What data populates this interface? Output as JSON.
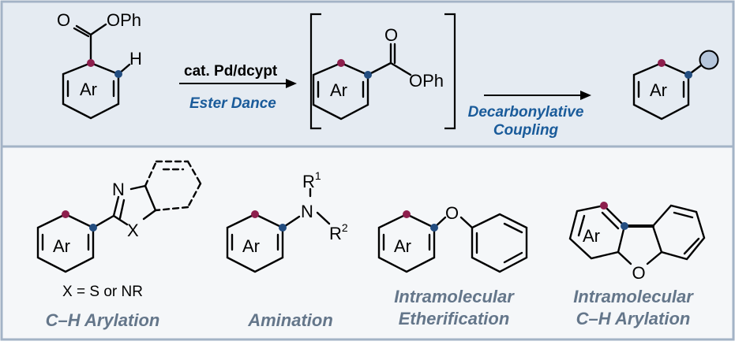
{
  "colors": {
    "frame_border": "#a3b3c6",
    "top_panel_bg": "#e5ebf2",
    "bottom_panel_bg": "#f5f7f9",
    "accent_blue": "#1a5b9a",
    "gray_label": "#64768a",
    "dot_red": "#8d1f4d",
    "dot_blue": "#234d80",
    "circle_fill": "#b6c6db",
    "ink": "#000000"
  },
  "top": {
    "reactant": {
      "carbonyl_o": "O",
      "ester": "OPh",
      "h": "H",
      "ring": "Ar"
    },
    "arrow1": {
      "above": "cat. Pd/dcypt",
      "below": "Ester Dance"
    },
    "intermediate": {
      "carbonyl_o": "O",
      "ester": "OPh",
      "ring": "Ar"
    },
    "arrow2": {
      "below_line1": "Decarbonylative",
      "below_line2": "Coupling"
    },
    "product": {
      "ring": "Ar"
    }
  },
  "bottom": {
    "arylation": {
      "ring": "Ar",
      "n": "N",
      "x": "X",
      "condition": "X = S or NR",
      "label": "C–H Arylation"
    },
    "amination": {
      "ring": "Ar",
      "n": "N",
      "r": "R",
      "r_sup1": "1",
      "r_sup2": "2",
      "label": "Amination"
    },
    "etherification": {
      "ring": "Ar",
      "o": "O",
      "label_line1": "Intramolecular",
      "label_line2": "Etherification"
    },
    "intra_arylation": {
      "ring": "Ar",
      "o": "O",
      "label_line1": "Intramolecular",
      "label_line2": "C–H Arylation"
    }
  }
}
